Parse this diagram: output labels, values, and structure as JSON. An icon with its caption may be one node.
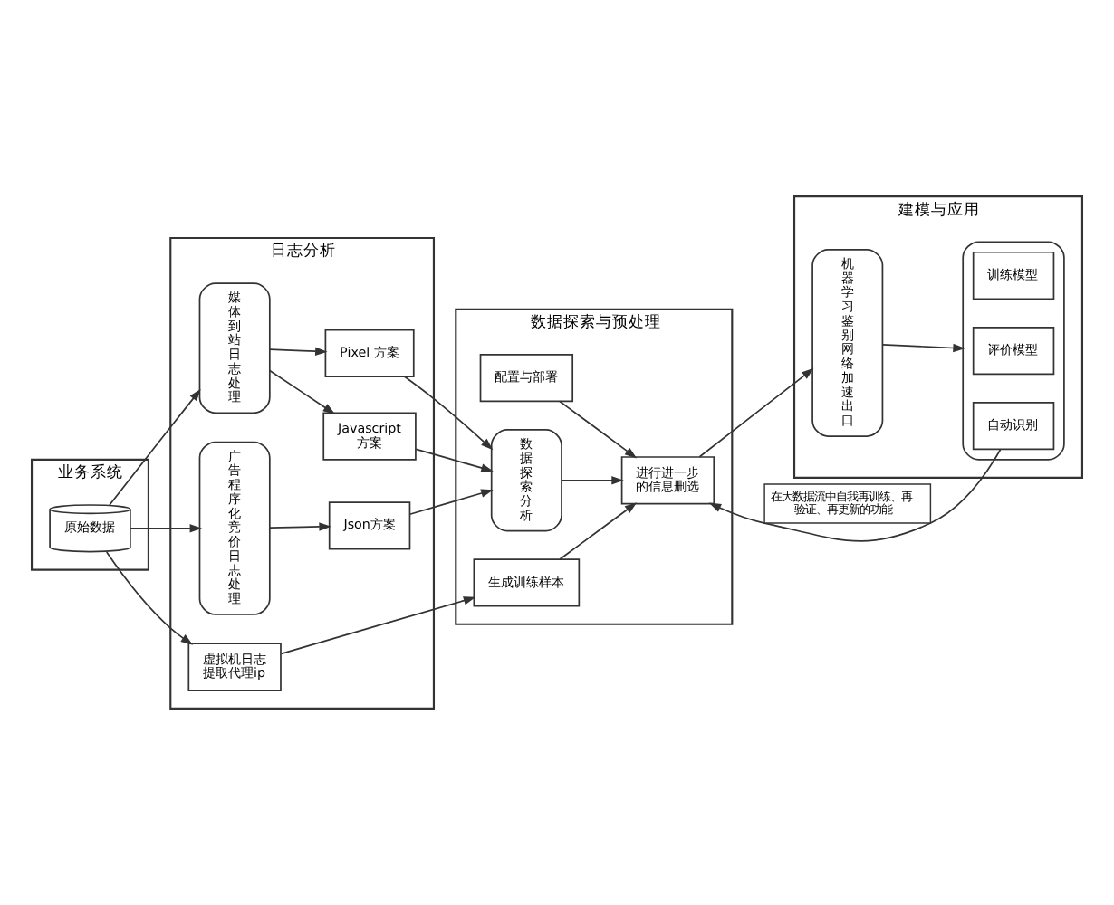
{
  "diagram": {
    "nodes": [
      {
        "text": [
          "业务系统"
        ]
      },
      {
        "text": [
          "原始数据"
        ],
        "in": 0
      },
      {
        "text": [
          "日志分析"
        ]
      },
      {
        "text": [
          "媒体到站日志处理"
        ],
        "in": 2
      },
      {
        "text": [
          "Pixel 方案"
        ],
        "in": 2
      },
      {
        "text": [
          "Javascript 方案"
        ],
        "in": 2
      },
      {
        "text": [
          "广告程序化竞价日志处理"
        ],
        "in": 2
      },
      {
        "text": [
          "Json方案"
        ],
        "in": 2
      },
      {
        "text": [
          "虚拟机日志提取代理ip"
        ],
        "in": 2
      },
      {
        "text": [
          "数据探索与预处理"
        ]
      },
      {
        "text": [
          "配置与部署"
        ],
        "in": 9
      },
      {
        "text": [
          "数据探索分析"
        ],
        "in": 9
      },
      {
        "text": [
          "进行进一步的信息删选"
        ],
        "in": 9
      },
      {
        "text": [
          "生成训练样本"
        ],
        "in": 9
      },
      {
        "text": [
          "建模与应用"
        ]
      },
      {
        "text": [
          "机器学习鉴别网络加速出口"
        ],
        "in": 14
      },
      {
        "text": [],
        "shape": "brace",
        "in": 14
      },
      {
        "text": [
          "训练模型"
        ],
        "in": 16
      },
      {
        "text": [
          "评价模型"
        ],
        "in": 16
      },
      {
        "text": [
          "自动识别"
        ],
        "in": 16
      }
    ],
    "edges": [
      {
        "from": 1,
        "to": 3,
        "arrow": "to"
      },
      {
        "from": 1,
        "to": 6,
        "arrow": "to"
      },
      {
        "from": 1,
        "to": 8,
        "arrow": "to"
      },
      {
        "from": 3,
        "to": 4,
        "arrow": "to"
      },
      {
        "from": 3,
        "to": 5,
        "arrow": "to"
      },
      {
        "from": 6,
        "to": 7,
        "arrow": "to"
      },
      {
        "from": 4,
        "to": 11,
        "arrow": "to"
      },
      {
        "from": 5,
        "to": 11,
        "arrow": "to"
      },
      {
        "from": 7,
        "to": 11,
        "arrow": "to"
      },
      {
        "from": 8,
        "to": 13,
        "arrow": "to"
      },
      {
        "from": 11,
        "to": 12,
        "arrow": "to"
      },
      {
        "from": 10,
        "to": 12,
        "arrow": "to"
      },
      {
        "from": 12,
        "to": 15,
        "arrow": "to"
      },
      {
        "from": 15,
        "to": 16,
        "arrow": "to"
      },
      {
        "from": 19,
        "to": 12,
        "arrow": "to",
        "label": "在大数据流中自我再训练、再验证、再更新的功能"
      },
      {
        "from": 13,
        "to": 12,
        "arrow": "to"
      }
    ]
  }
}
